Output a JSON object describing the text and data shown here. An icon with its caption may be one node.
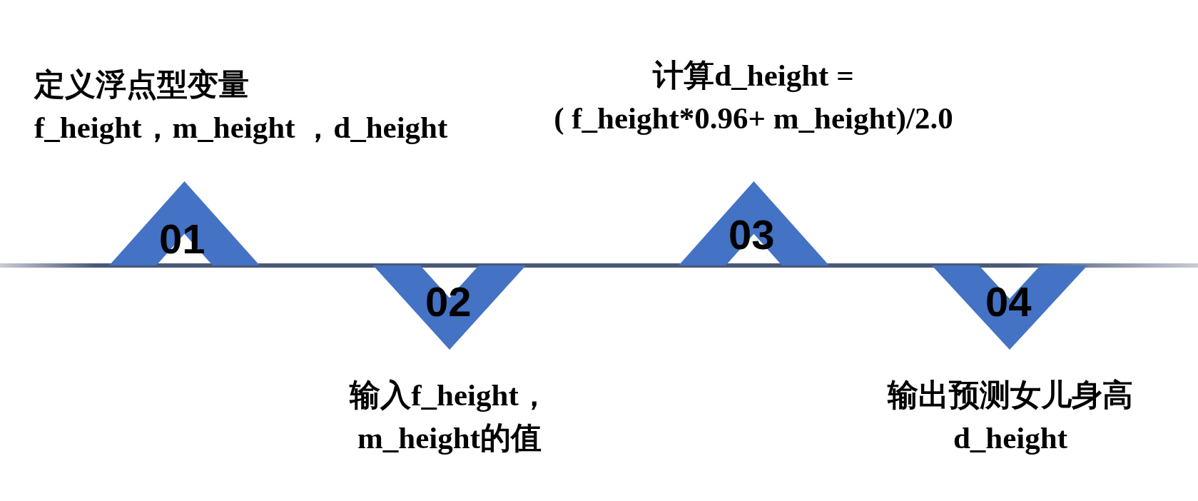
{
  "diagram": {
    "nodes": [
      {
        "text": [
          "定义浮点型变量 f_height，m_height ，d_height",
          "01"
        ]
      },
      {
        "text": [
          "02",
          "输入f_height， m_height的值"
        ]
      },
      {
        "text": [
          "计算d_height = ( f_height*0.96+ m_height)/2.0",
          "03"
        ]
      },
      {
        "text": [
          "04",
          "输出预测女儿身高 d_height"
        ]
      }
    ],
    "edges": []
  }
}
